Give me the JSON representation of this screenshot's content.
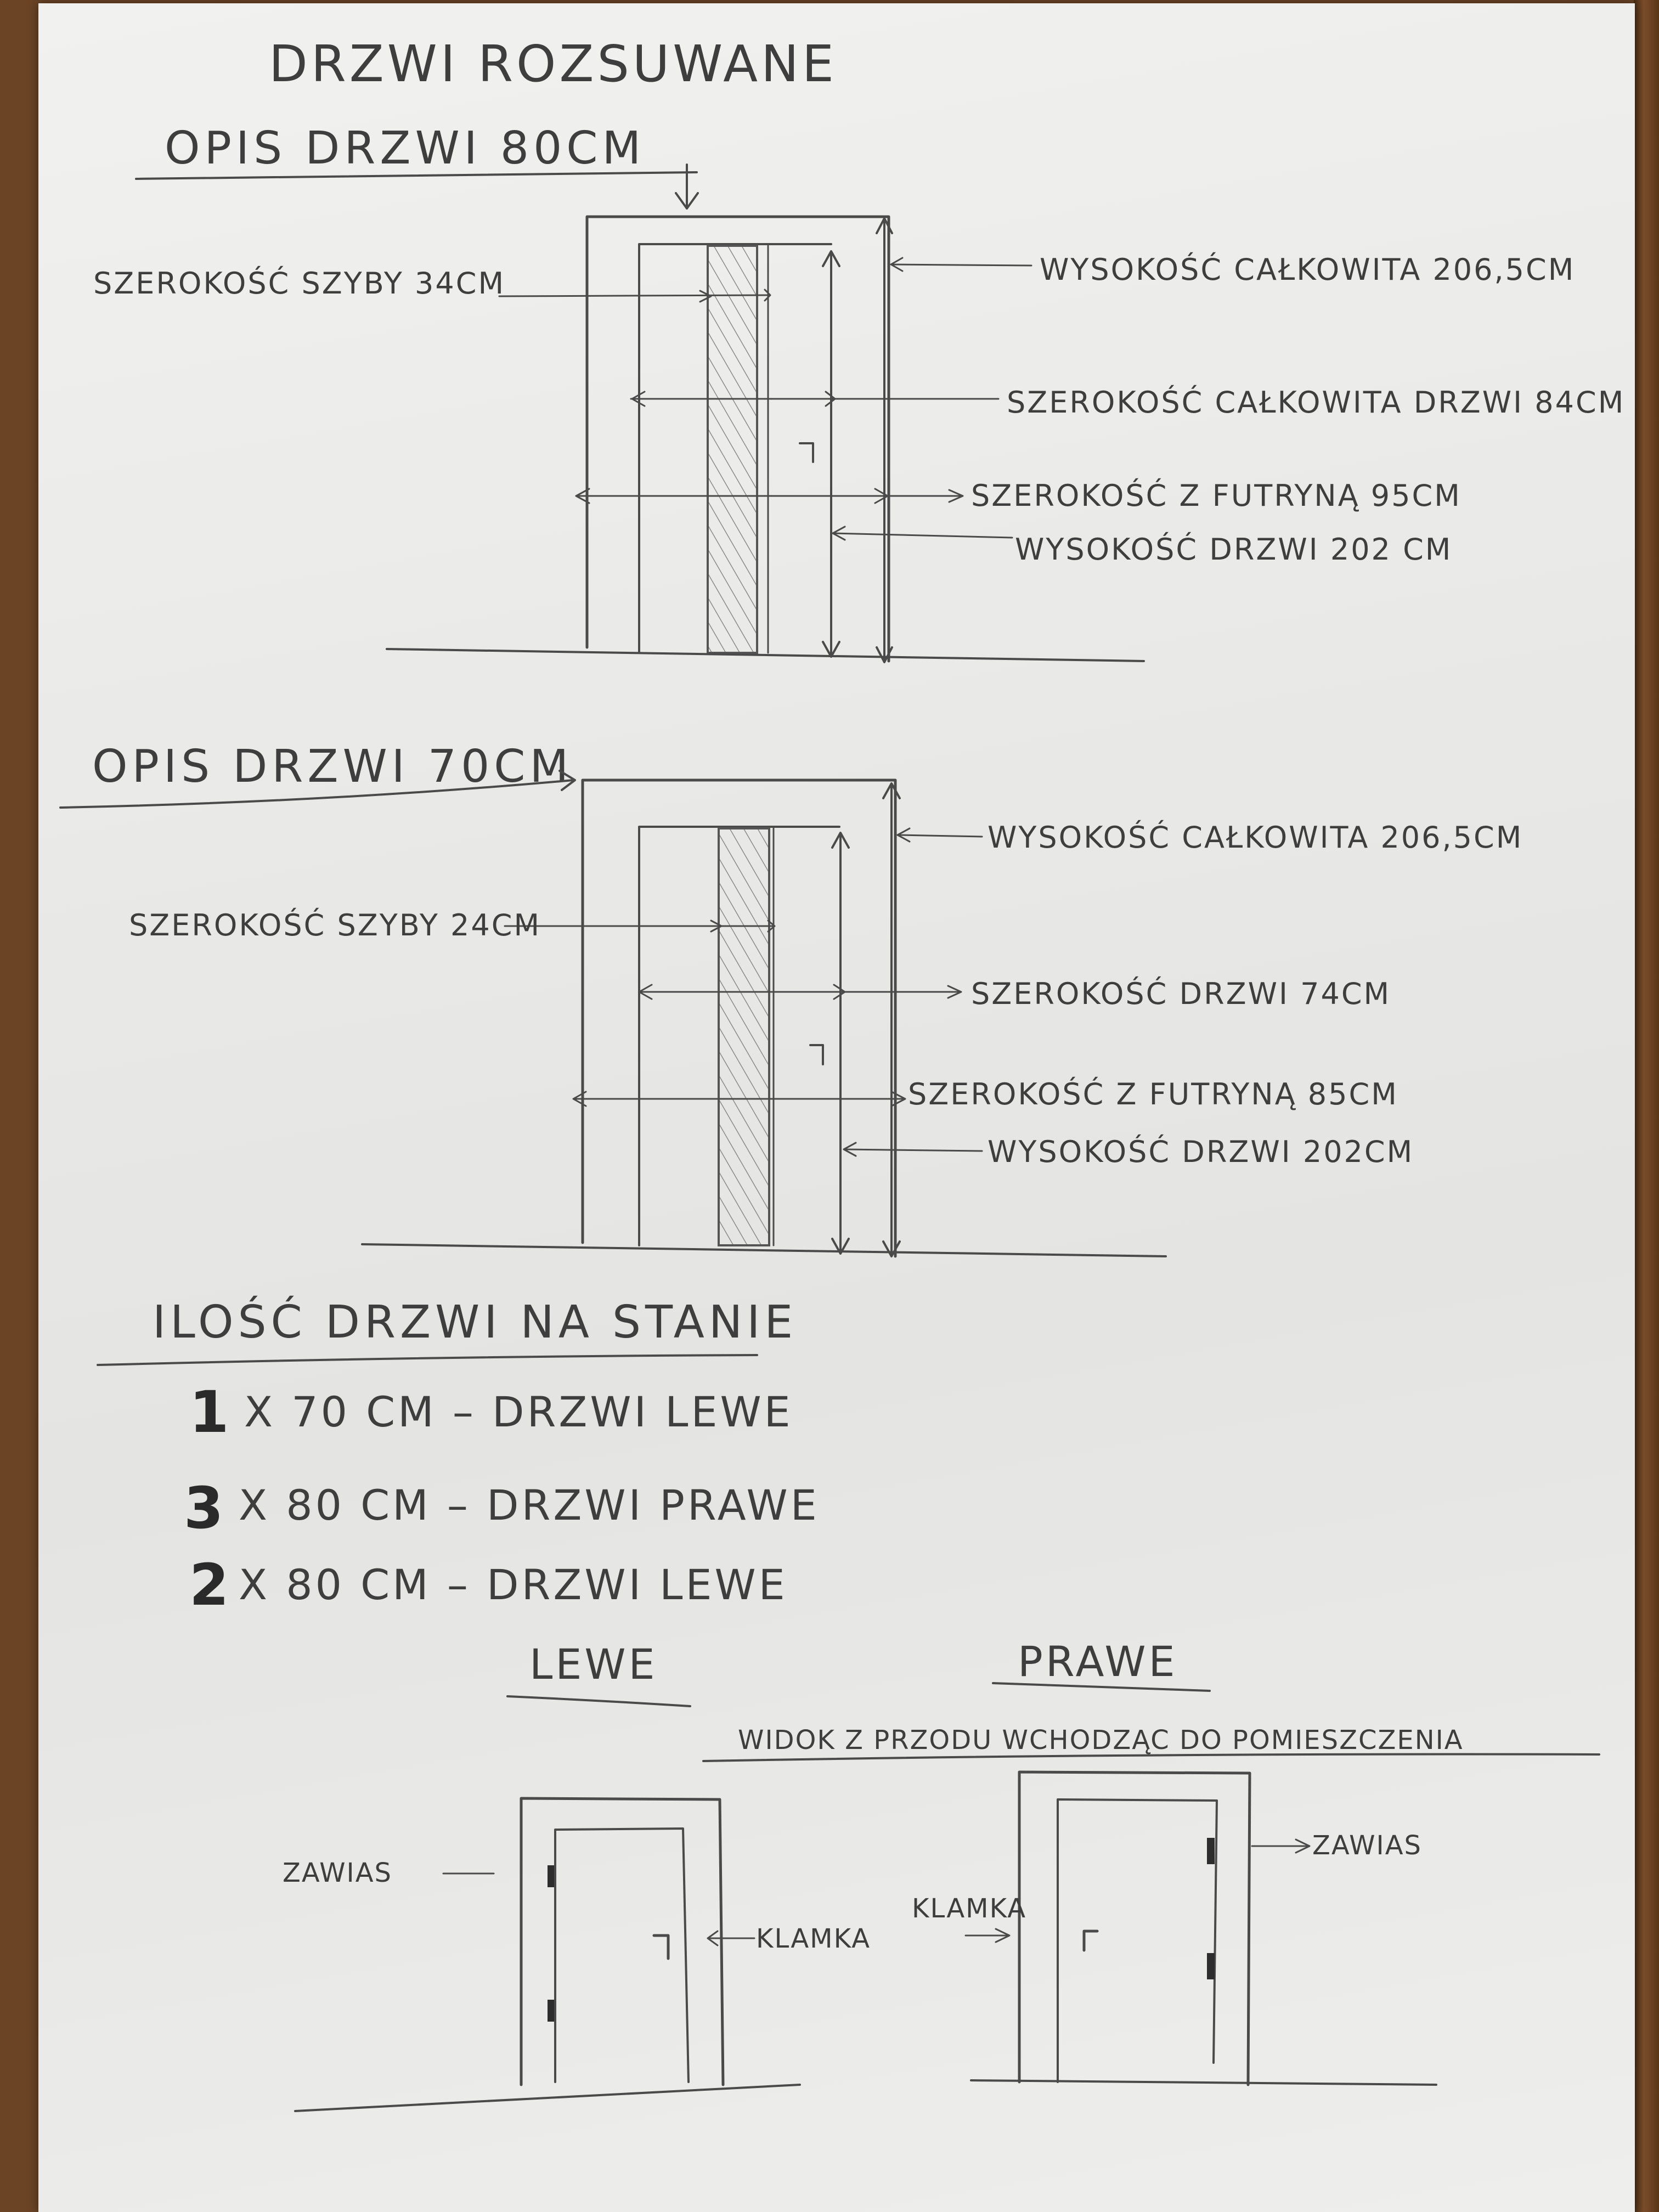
{
  "title": "DRZWI ROZSUWANE",
  "door80": {
    "heading": "OPIS DRZWI 80cm",
    "labels": {
      "glass_width": "SZEROKOŚĆ SZYBY 34cm",
      "total_height": "WYSOKOŚĆ CAŁKOWITA 206,5cm",
      "total_width": "SZEROKOŚĆ CAŁKOWITA DRZWI 84cm",
      "frame_width": "SZEROKOŚĆ Z FUTRYNĄ 95cm",
      "door_height": "WYSOKOŚĆ DRZWI 202 cm"
    }
  },
  "door70": {
    "heading": "OPIS DRZWI 70cm",
    "labels": {
      "total_height": "WYSOKOŚĆ CAŁKOWITA 206,5cm",
      "glass_width": "SZEROKOŚĆ SZYBY 24cm",
      "door_width": "SZEROKOŚĆ DRZWI 74cm",
      "frame_width": "SZEROKOŚĆ Z FUTRYNĄ 85cm",
      "door_height": "WYSOKOŚĆ DRZWI 202cm"
    }
  },
  "inventory": {
    "heading": "ILOŚĆ DRZWI NA STANIE",
    "items": [
      {
        "qty": "1",
        "text": "x 70 cm – DRZWI LEWE"
      },
      {
        "qty": "3",
        "text": "x 80 cm – DRZWI PRAWE"
      },
      {
        "qty": "2",
        "text": "x 80 cm – DRZWI LEWE"
      }
    ]
  },
  "orientation": {
    "left_heading": "LEWE",
    "right_heading": "PRAWE",
    "note": "WIDOK Z PRZODU WCHODZĄC DO POMIESZCZENIA",
    "left": {
      "hinge": "ZAWIAS",
      "handle": "KLAMKA"
    },
    "right": {
      "hinge": "ZAWIAS",
      "handle": "KLAMKA"
    }
  }
}
